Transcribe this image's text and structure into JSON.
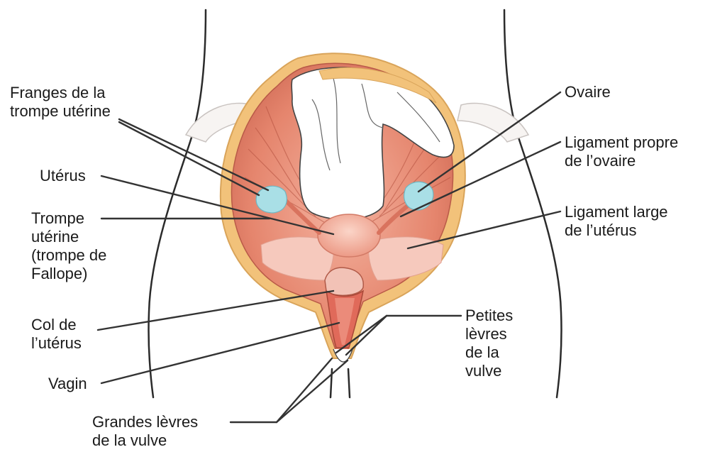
{
  "labels": {
    "franges": [
      "Franges de la",
      "trompe utérine"
    ],
    "uterus": [
      "Utérus"
    ],
    "trompe": [
      "Trompe",
      "utérine",
      "(trompe de",
      "Fallope)"
    ],
    "col": [
      "Col de",
      "l’utérus"
    ],
    "vagin": [
      "Vagin"
    ],
    "grandes_levres": [
      "Grandes lèvres",
      "de la vulve"
    ],
    "ovaire": [
      "Ovaire"
    ],
    "ligament_propre": [
      "Ligament propre",
      "de l’ovaire"
    ],
    "ligament_large": [
      "Ligament large",
      "de l’utérus"
    ],
    "petites_levres": [
      "Petites",
      "lèvres",
      "de la",
      "vulve"
    ]
  },
  "colors": {
    "body_outline": "#2b2b2b",
    "skin_fill": "#ffffff",
    "fat_layer": "#f2c27a",
    "tissue": "#e8907a",
    "tissue_dark": "#c65a4a",
    "ovary": "#a9dfe6",
    "leader_line": "#333333"
  }
}
